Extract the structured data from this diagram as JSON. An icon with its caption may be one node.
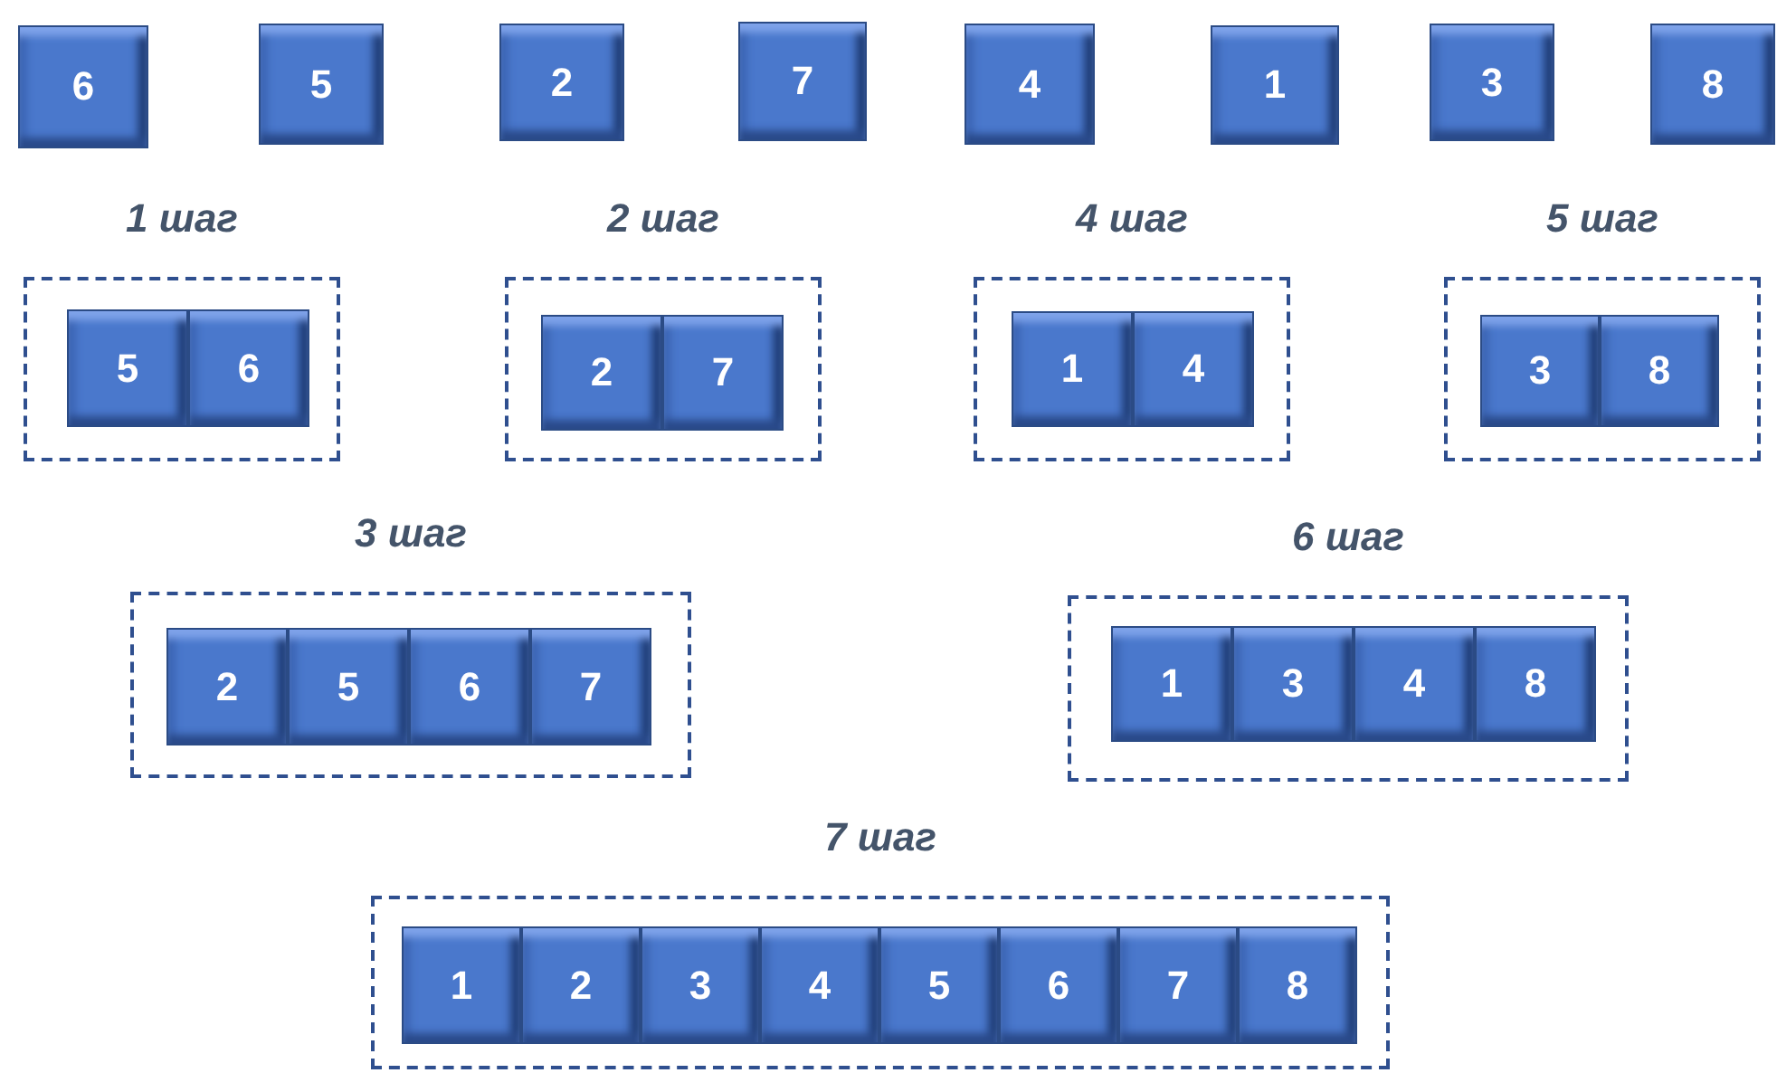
{
  "diagram": {
    "nodes": [
      {
        "text": [
          "6"
        ]
      },
      {
        "text": [
          "5"
        ]
      },
      {
        "text": [
          "2"
        ]
      },
      {
        "text": [
          "7"
        ]
      },
      {
        "text": [
          "4"
        ]
      },
      {
        "text": [
          "1"
        ]
      },
      {
        "text": [
          "3"
        ]
      },
      {
        "text": [
          "8"
        ]
      },
      {
        "text": [
          "1 шаг"
        ]
      },
      {
        "text": [
          "5"
        ],
        "in": 8
      },
      {
        "text": [
          "6"
        ],
        "in": 8
      },
      {
        "text": [
          "2 шаг"
        ]
      },
      {
        "text": [
          "2"
        ],
        "in": 11
      },
      {
        "text": [
          "7"
        ],
        "in": 11
      },
      {
        "text": [
          "4 шаг"
        ]
      },
      {
        "text": [
          "1"
        ],
        "in": 14
      },
      {
        "text": [
          "4"
        ],
        "in": 14
      },
      {
        "text": [
          "5 шаг"
        ]
      },
      {
        "text": [
          "3"
        ],
        "in": 17
      },
      {
        "text": [
          "8"
        ],
        "in": 17
      },
      {
        "text": [
          "3 шаг"
        ]
      },
      {
        "text": [
          "2"
        ],
        "in": 20
      },
      {
        "text": [
          "5"
        ],
        "in": 20
      },
      {
        "text": [
          "6"
        ],
        "in": 20
      },
      {
        "text": [
          "7"
        ],
        "in": 20
      },
      {
        "text": [
          "6 шаг"
        ]
      },
      {
        "text": [
          "1"
        ],
        "in": 25
      },
      {
        "text": [
          "3"
        ],
        "in": 25
      },
      {
        "text": [
          "4"
        ],
        "in": 25
      },
      {
        "text": [
          "8"
        ],
        "in": 25
      },
      {
        "text": [
          "7 шаг"
        ]
      },
      {
        "text": [
          "1"
        ],
        "in": 30
      },
      {
        "text": [
          "2"
        ],
        "in": 30
      },
      {
        "text": [
          "3"
        ],
        "in": 30
      },
      {
        "text": [
          "4"
        ],
        "in": 30
      },
      {
        "text": [
          "5"
        ],
        "in": 30
      },
      {
        "text": [
          "6"
        ],
        "in": 30
      },
      {
        "text": [
          "7"
        ],
        "in": 30
      },
      {
        "text": [
          "8"
        ],
        "in": 30
      }
    ]
  }
}
